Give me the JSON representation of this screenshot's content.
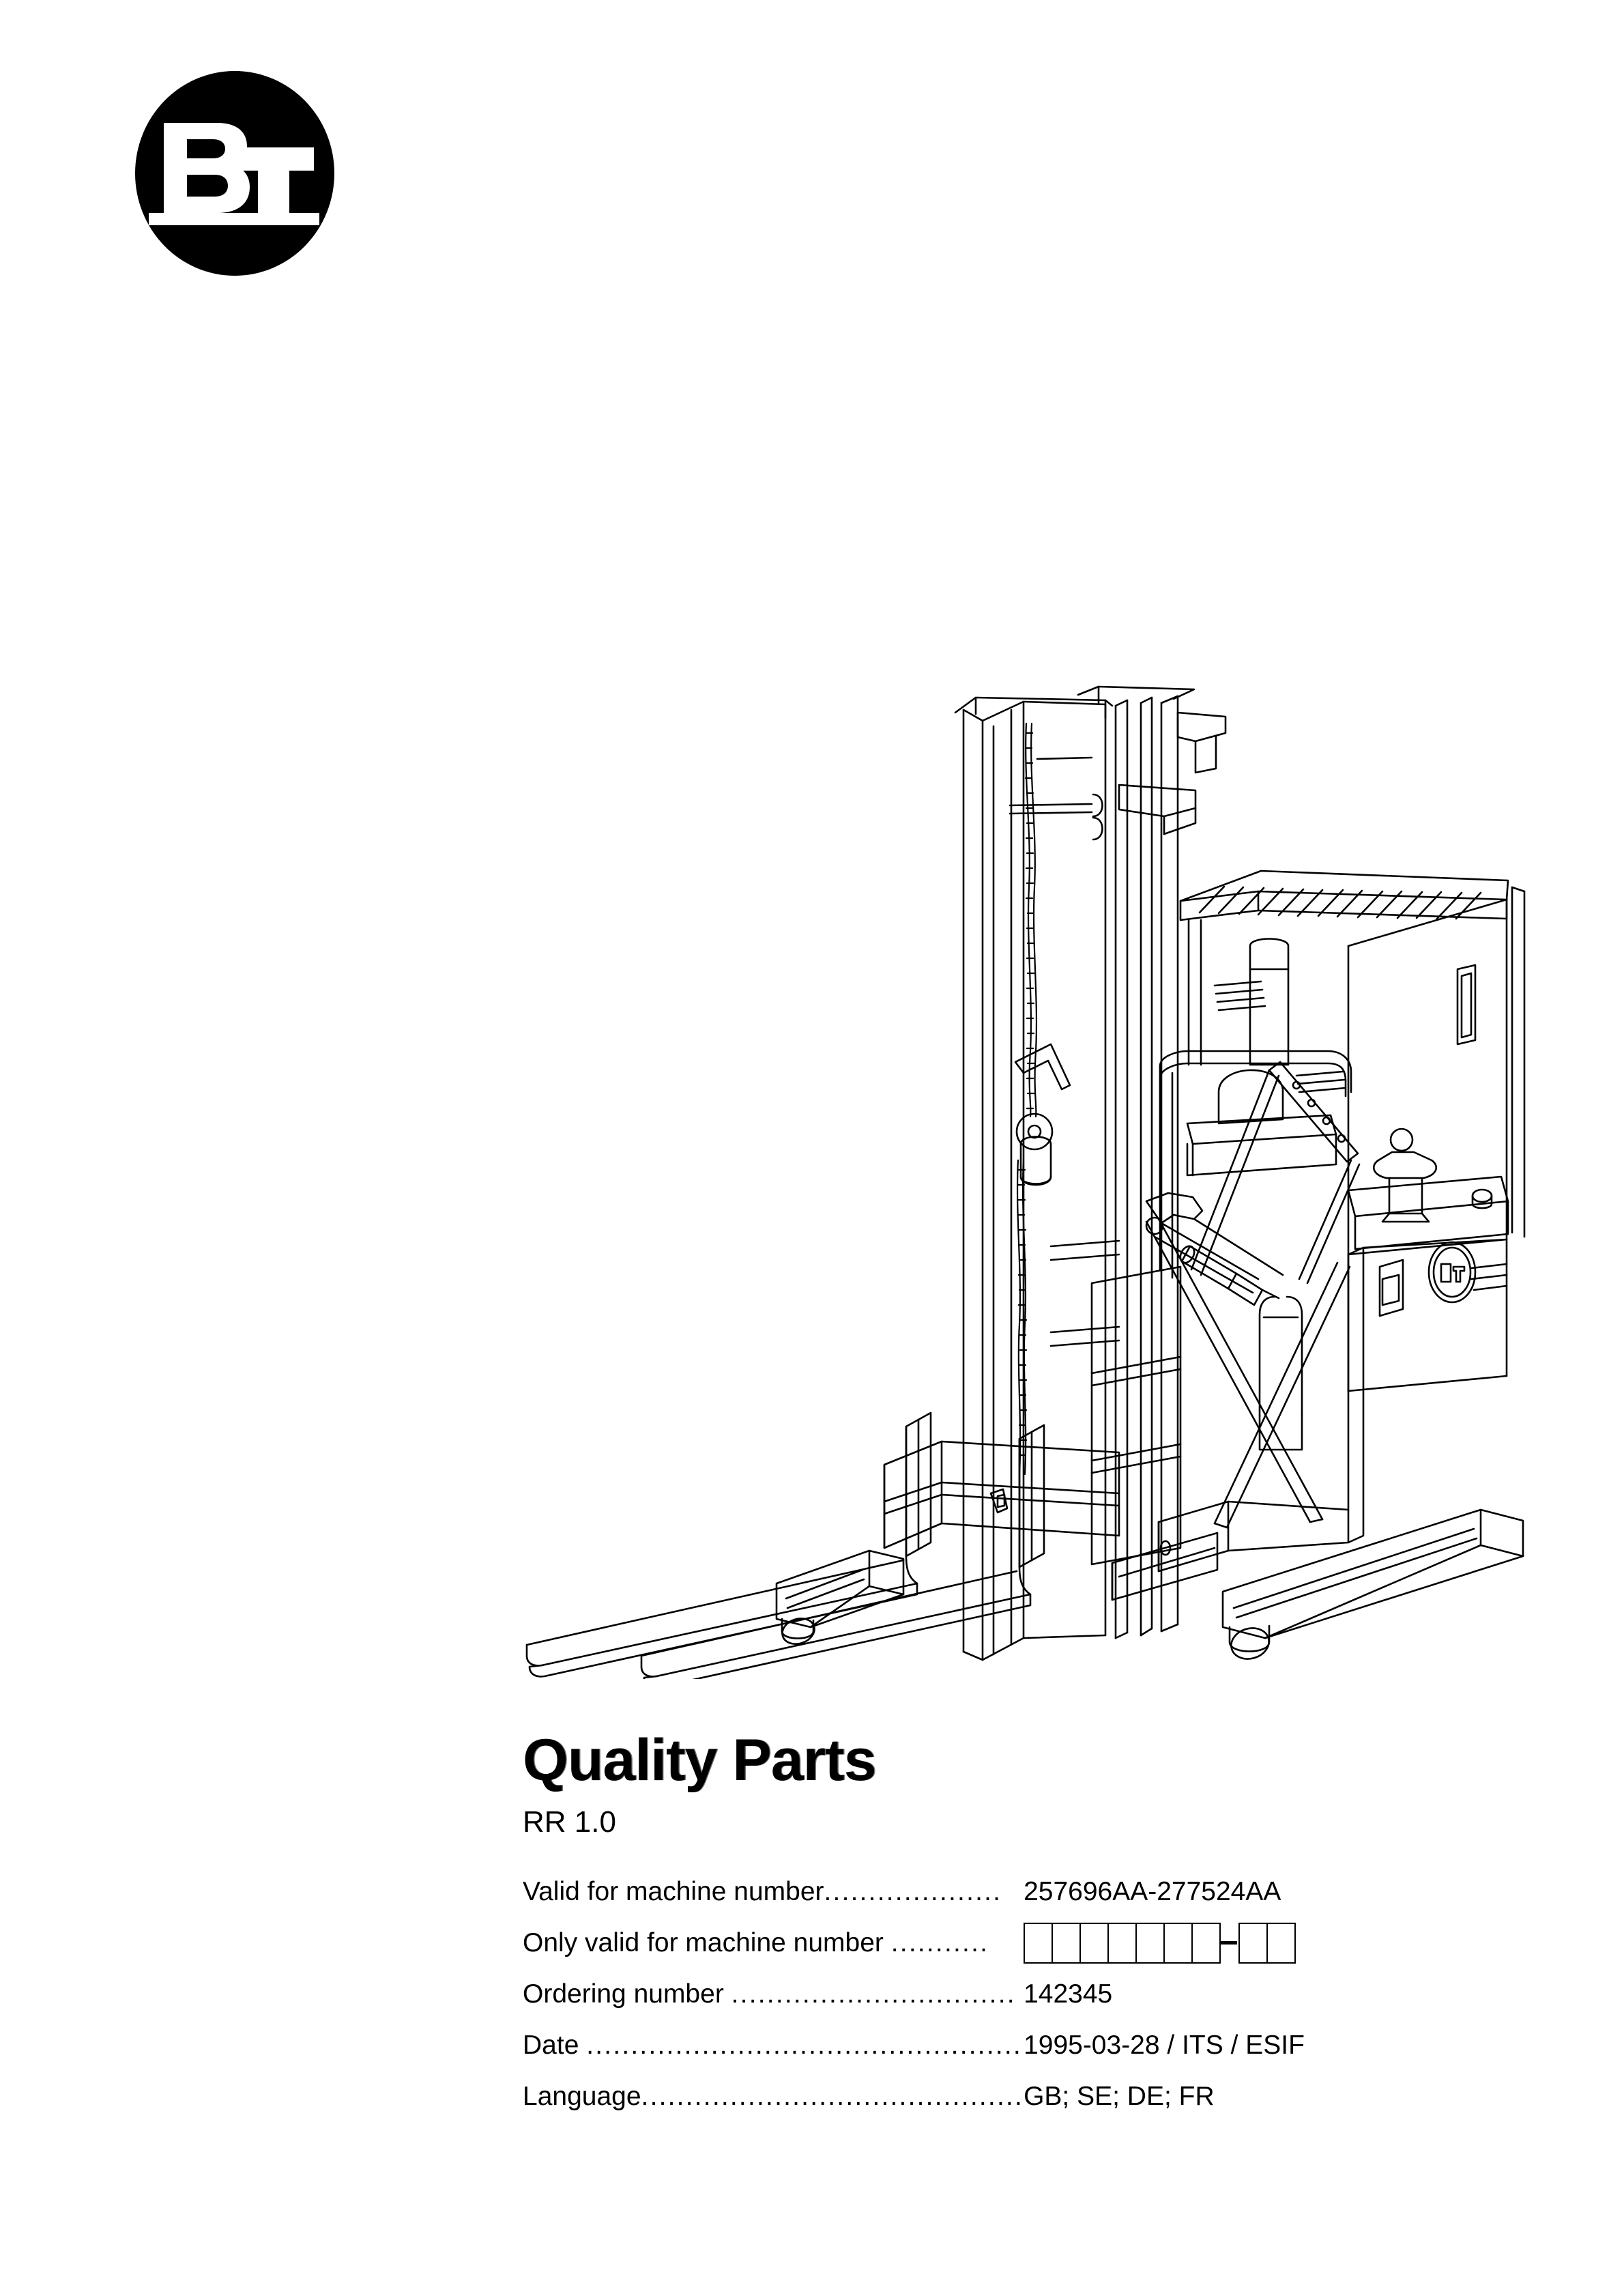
{
  "page": {
    "background_color": "#ffffff",
    "ink_color": "#000000"
  },
  "logo": {
    "name": "bt-logo",
    "letters": "BT",
    "shape": "filled-ellipse",
    "fill_color": "#000000",
    "mark_color": "#ffffff"
  },
  "illustration": {
    "name": "reach-truck-line-drawing",
    "description": "Technical line drawing of a BT reach truck (forklift) seen in three-quarter view: tall two-stage mast with lift chain, fork carriage with two forks, operator compartment with seat, steering wheel and overhead guard, battery/body housing with BT roundel badge, and straddle base legs with load wheels.",
    "badge_letters": "BT"
  },
  "title_block": {
    "title": "Quality Parts",
    "subtitle": "RR 1.0"
  },
  "spec": {
    "rows": [
      {
        "label": "Valid for machine number",
        "leader": "....................",
        "value": "257696AA-277524AA",
        "type": "text"
      },
      {
        "label": "Only valid for machine number ",
        "leader": "...........",
        "value": "",
        "type": "boxes",
        "boxes_before_dash": 7,
        "boxes_after_dash": 2
      },
      {
        "label": "Ordering number ",
        "leader": "................................",
        "value": "142345",
        "type": "text"
      },
      {
        "label": "Date ",
        "leader": ".................................................",
        "value": "1995-03-28 / ITS / ESIF",
        "type": "text"
      },
      {
        "label": "Language",
        "leader": "...........................................",
        "value": "GB; SE; DE; FR",
        "type": "text"
      }
    ]
  }
}
